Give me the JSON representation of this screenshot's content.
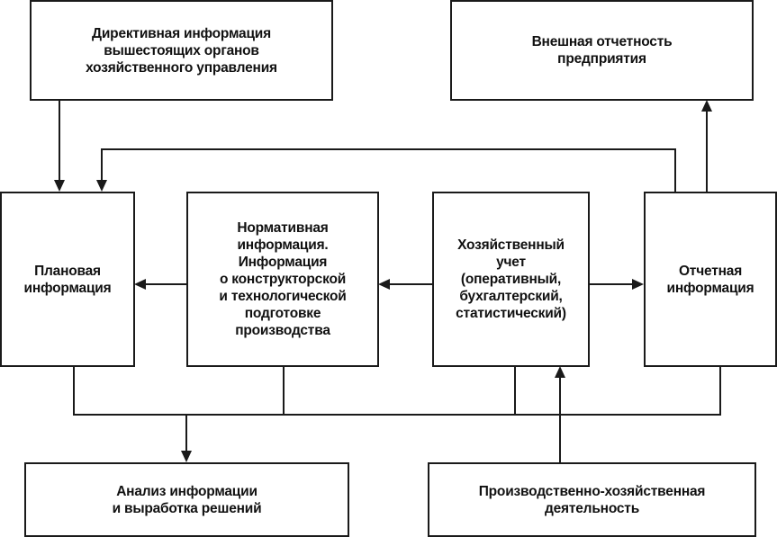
{
  "nodes": {
    "directive": "Директивная информация\nвышестоящих органов\nхозяйственного управления",
    "external": "Внешная отчетность\nпредприятия",
    "planning": "Плановая\nинформация",
    "normative": "Нормативная\nинформация.\nИнформация\nо конструкторской\nи технологической\nподготовке\nпроизводства",
    "accounting": "Хозяйственный\nучет\n(оперативный,\nбухгалтерский,\nстатистический)",
    "reporting": "Отчетная\nинформация",
    "analysis": "Анализ информации\nи выработка решений",
    "activity": "Производственно-хозяйственная\nдеятельность"
  }
}
